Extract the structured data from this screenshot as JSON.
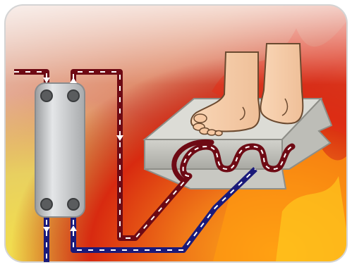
{
  "diagram": {
    "subject": "underfloor-heating",
    "components": {
      "heat_exchanger": "heat-exchanger",
      "floor_slab": "floor-slab",
      "heating_coil": "heating-coil",
      "feet": "feet"
    },
    "circuits": {
      "hot": {
        "color": "#6e0a14",
        "direction": "to-floor"
      },
      "cold": {
        "color": "#1a1a7a",
        "direction": "from-floor"
      }
    },
    "colors": {
      "frame_border": "#cfcfcf",
      "fire_red": "#d82a10",
      "fire_yellow": "#f4e04a",
      "skin": "#f7c9a3",
      "slab_top": "#dcdcd6",
      "slab_side": "#b9b9b3",
      "exchanger": "#c4c6c8"
    }
  }
}
